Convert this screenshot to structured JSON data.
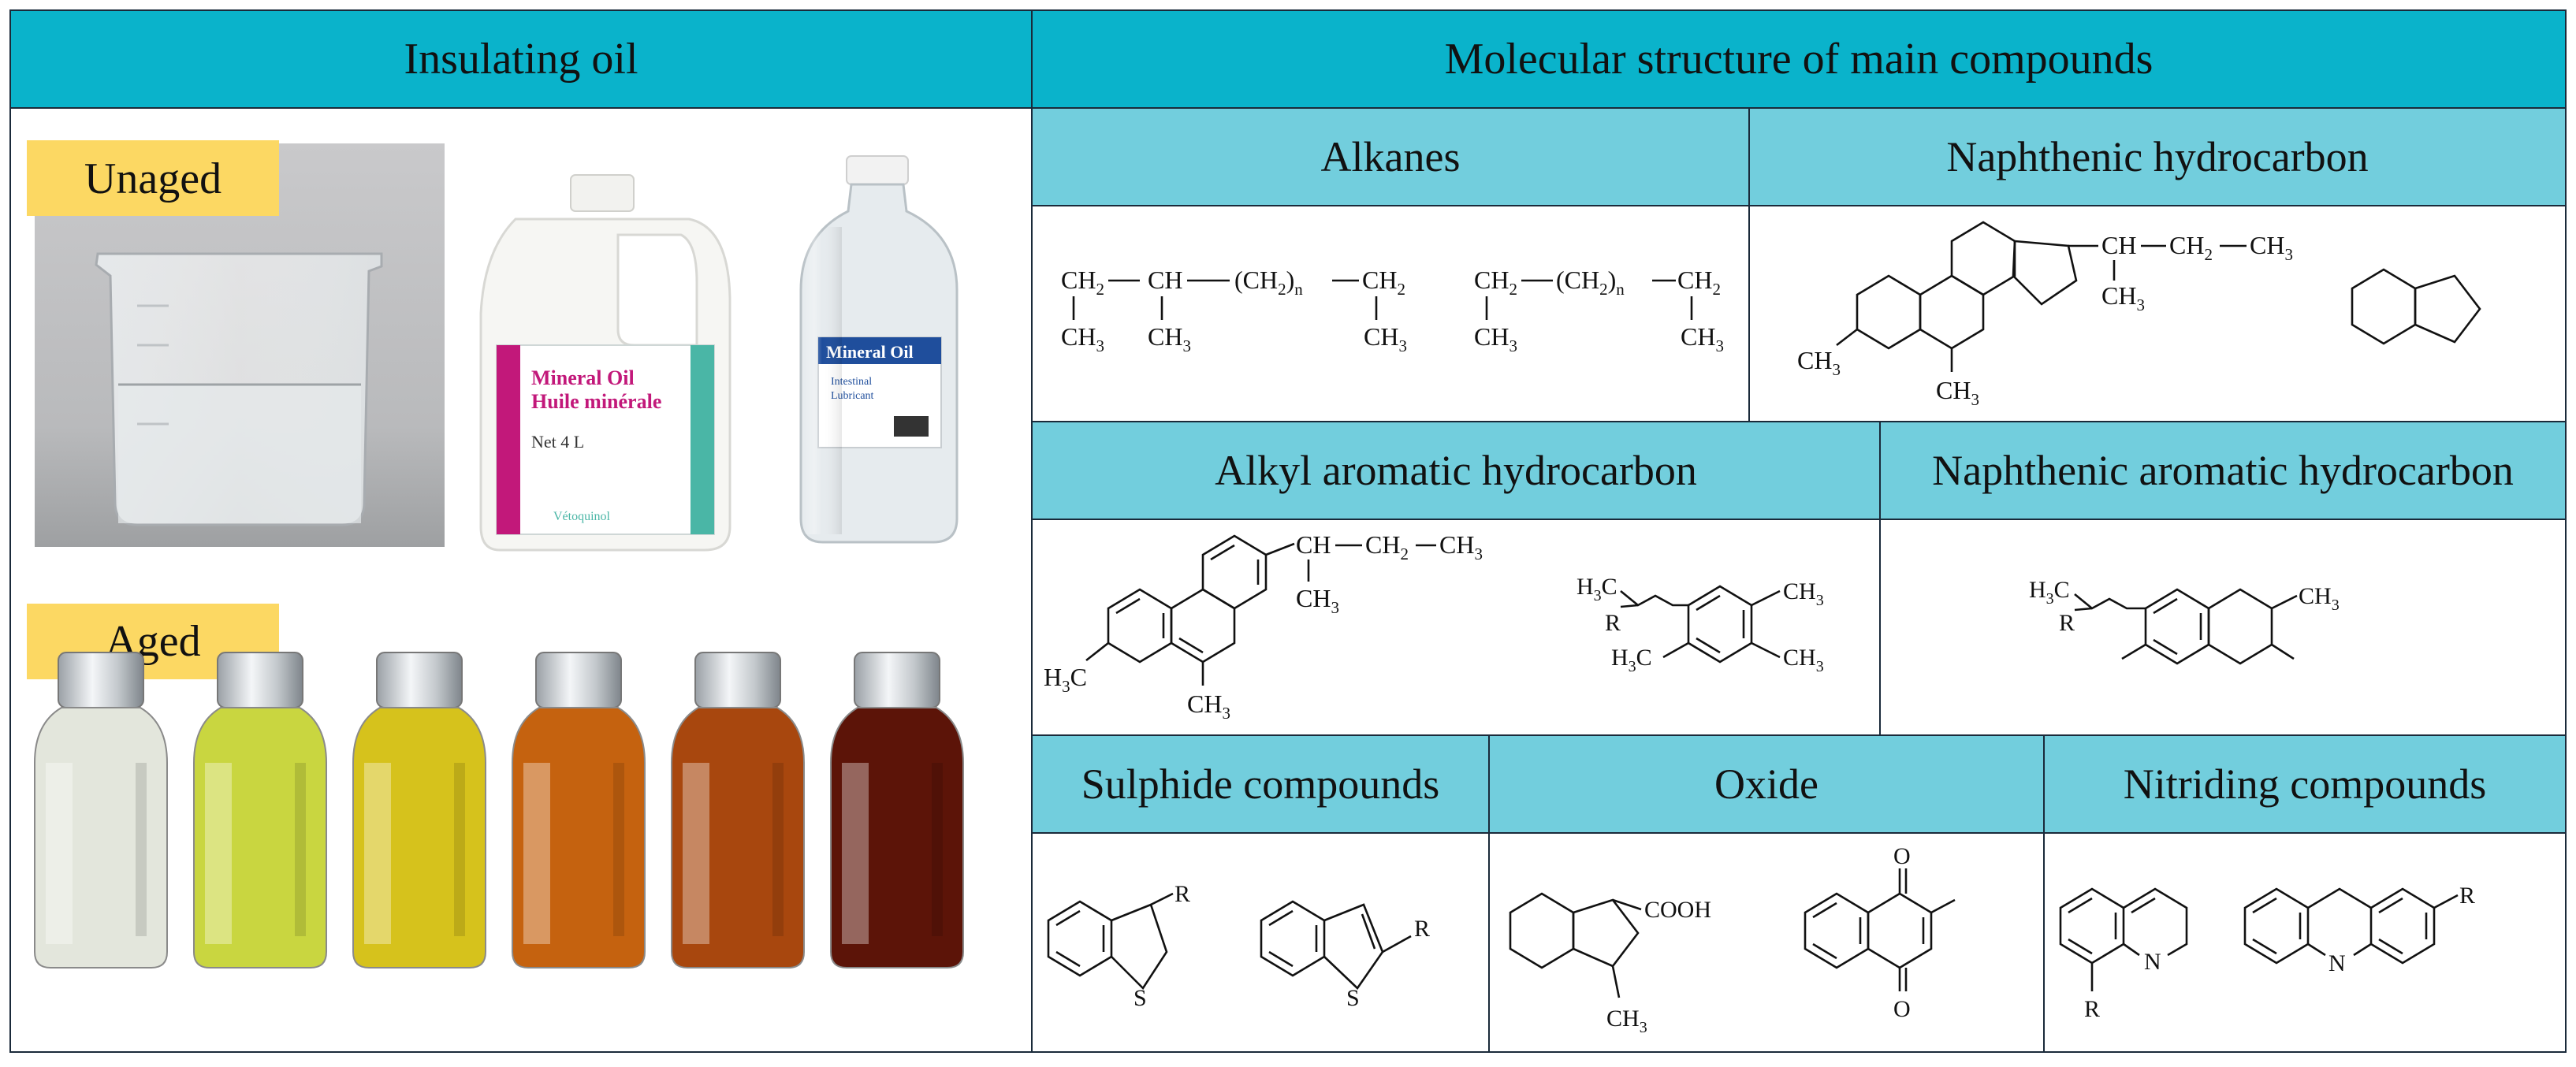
{
  "headers": {
    "insulating_oil": "Insulating oil",
    "molecular_structure": "Molecular structure of main compounds"
  },
  "tags": {
    "unaged": "Unaged",
    "aged": "Aged"
  },
  "bottle_labels": {
    "jug_line1": "Mineral Oil",
    "jug_line2": "Huile minérale",
    "jug_net": "Net 4 L",
    "jug_brand": "Vétoquinol",
    "bottle_line1": "Mineral Oil",
    "bottle_sub1": "Intestinal",
    "bottle_sub2": "Lubricant"
  },
  "categories": {
    "alkanes": "Alkanes",
    "naphthenic": "Naphthenic hydrocarbon",
    "alkyl_aromatic": "Alkyl aromatic hydrocarbon",
    "naphthenic_aromatic": "Naphthenic aromatic hydrocarbon",
    "sulphide": "Sulphide compounds",
    "oxide": "Oxide",
    "nitriding": "Nitriding compounds"
  },
  "formula_labels": {
    "ch": "CH",
    "ch2": "CH",
    "ch3": "CH",
    "sub2": "2",
    "sub3": "3",
    "subn": "n",
    "lparen": "(",
    "rparen": ")",
    "dash": "—",
    "h3c": "H",
    "c": "C",
    "r": "R",
    "s": "S",
    "n": "N",
    "o": "O",
    "cooh": "COOH"
  },
  "aged_colors": [
    "#e3e6dc",
    "#c9d640",
    "#d6c21c",
    "#c5620f",
    "#a8470e",
    "#5c1408"
  ],
  "colors": {
    "header_dark": "#0ab3cb",
    "header_light": "#72cedd",
    "tag": "#fcd863"
  }
}
